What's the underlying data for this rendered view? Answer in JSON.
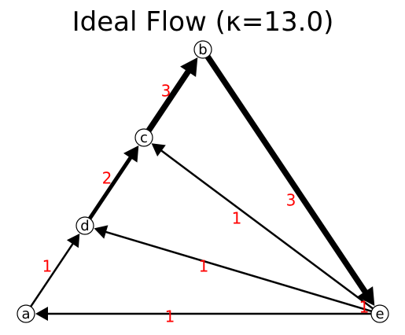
{
  "title": "Ideal Flow (κ=13.0)",
  "colors": {
    "edge": "#000000",
    "edge_label": "#ff0000",
    "node_fill": "#ffffff",
    "node_stroke": "#000000"
  },
  "nodes": [
    {
      "id": "a",
      "label": "a"
    },
    {
      "id": "b",
      "label": "b"
    },
    {
      "id": "c",
      "label": "c"
    },
    {
      "id": "d",
      "label": "d"
    },
    {
      "id": "e",
      "label": "e"
    }
  ],
  "edges": [
    {
      "from": "e",
      "to": "a",
      "flow": 1,
      "label": "1"
    },
    {
      "from": "a",
      "to": "d",
      "flow": 1,
      "label": "1"
    },
    {
      "from": "d",
      "to": "c",
      "flow": 2,
      "label": "2"
    },
    {
      "from": "c",
      "to": "b",
      "flow": 3,
      "label": "3"
    },
    {
      "from": "b",
      "to": "e",
      "flow": 3,
      "label": "3"
    },
    {
      "from": "e",
      "to": "c",
      "flow": 1,
      "label": "1"
    },
    {
      "from": "e",
      "to": "d",
      "flow": 1,
      "label": "1"
    },
    {
      "from": "e",
      "to": "e",
      "flow": 1,
      "label": "1"
    }
  ]
}
